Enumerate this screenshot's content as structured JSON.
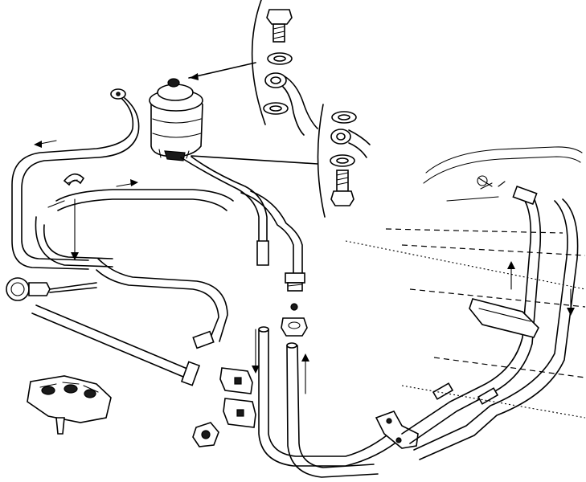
{
  "diagram": {
    "callouts": [
      {
        "id": "detail-top",
        "items": [
          "banjo-bolt",
          "sealing-washer",
          "banjo-fitting",
          "sealing-washer"
        ]
      },
      {
        "id": "detail-lower",
        "items": [
          "sealing-washer",
          "banjo-fitting",
          "sealing-washer",
          "banjo-bolt"
        ]
      }
    ],
    "colors": {
      "ink": "#000000",
      "paper": "#ffffff",
      "shade": "#1a1a1a"
    }
  }
}
